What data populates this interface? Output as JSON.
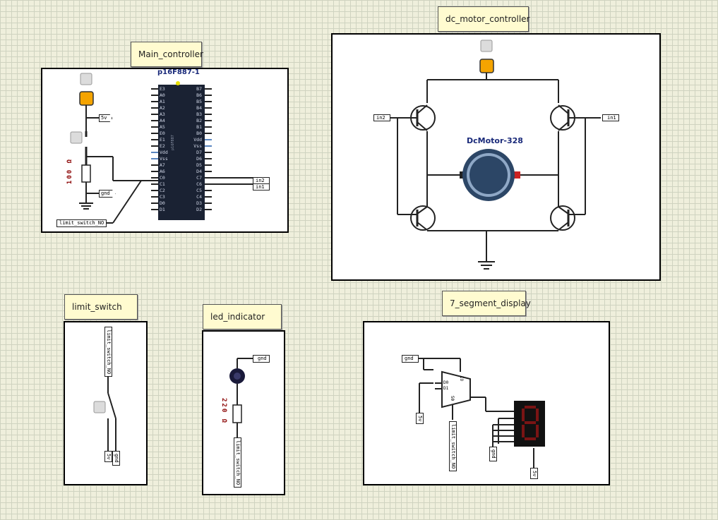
{
  "subcircuits": {
    "main": {
      "title": "Main_controller",
      "chip_name": "p16F887-1",
      "chip_text": "p16F887",
      "left_pins": [
        "E3",
        "A0",
        "A1",
        "A2",
        "A3",
        "A4",
        "A5",
        "E0",
        "E1",
        "E2",
        "Vdd",
        "Vss",
        "A7",
        "A6",
        "C0",
        "C1",
        "C2",
        "C3",
        "D0",
        "D1"
      ],
      "right_pins": [
        "B7",
        "B6",
        "B5",
        "B4",
        "B3",
        "B2",
        "B1",
        "B0",
        "Vdd",
        "Vss",
        "D7",
        "D6",
        "D5",
        "D4",
        "C7",
        "C6",
        "C5",
        "C4",
        "D3",
        "D2"
      ],
      "resistor": "100 Ω",
      "tunnels": {
        "v5": "5v",
        "gnd": "gnd",
        "in2": "in2",
        "in1": "in1",
        "limit": "limit_switch_NO"
      }
    },
    "motor": {
      "title": "dc_motor_controller",
      "motor_label": "DcMotor-328",
      "tunnels": {
        "in2": "in2",
        "in1": "in1"
      }
    },
    "limit": {
      "title": "limit_switch",
      "tunnels": {
        "no": "limit_switch_NO",
        "v5": "5v",
        "gnd": "gnd"
      }
    },
    "led": {
      "title": "led_indicator",
      "resistor": "220 Ω",
      "tunnels": {
        "gnd": "gnd",
        "no": "limit_switch_NO"
      }
    },
    "seg": {
      "title": "7_segment_display",
      "mux_inputs": [
        "D0",
        "D1"
      ],
      "mux_s0": "S0",
      "mux_out": "IO",
      "tunnels": {
        "gnd": "gnd",
        "v5a": "5v",
        "no": "limit_switch_NO",
        "gnd2": "gnd",
        "v5b": "5v"
      }
    }
  },
  "colors": {
    "grid_bg": "#efefdc",
    "grid_line": "#cfd3c0",
    "led_orange": "#f5a400",
    "motor_blue": "#2c4666",
    "tag_bg": "#fffbd0",
    "chip": "#1a2233",
    "resistor_label": "#8a0000"
  }
}
